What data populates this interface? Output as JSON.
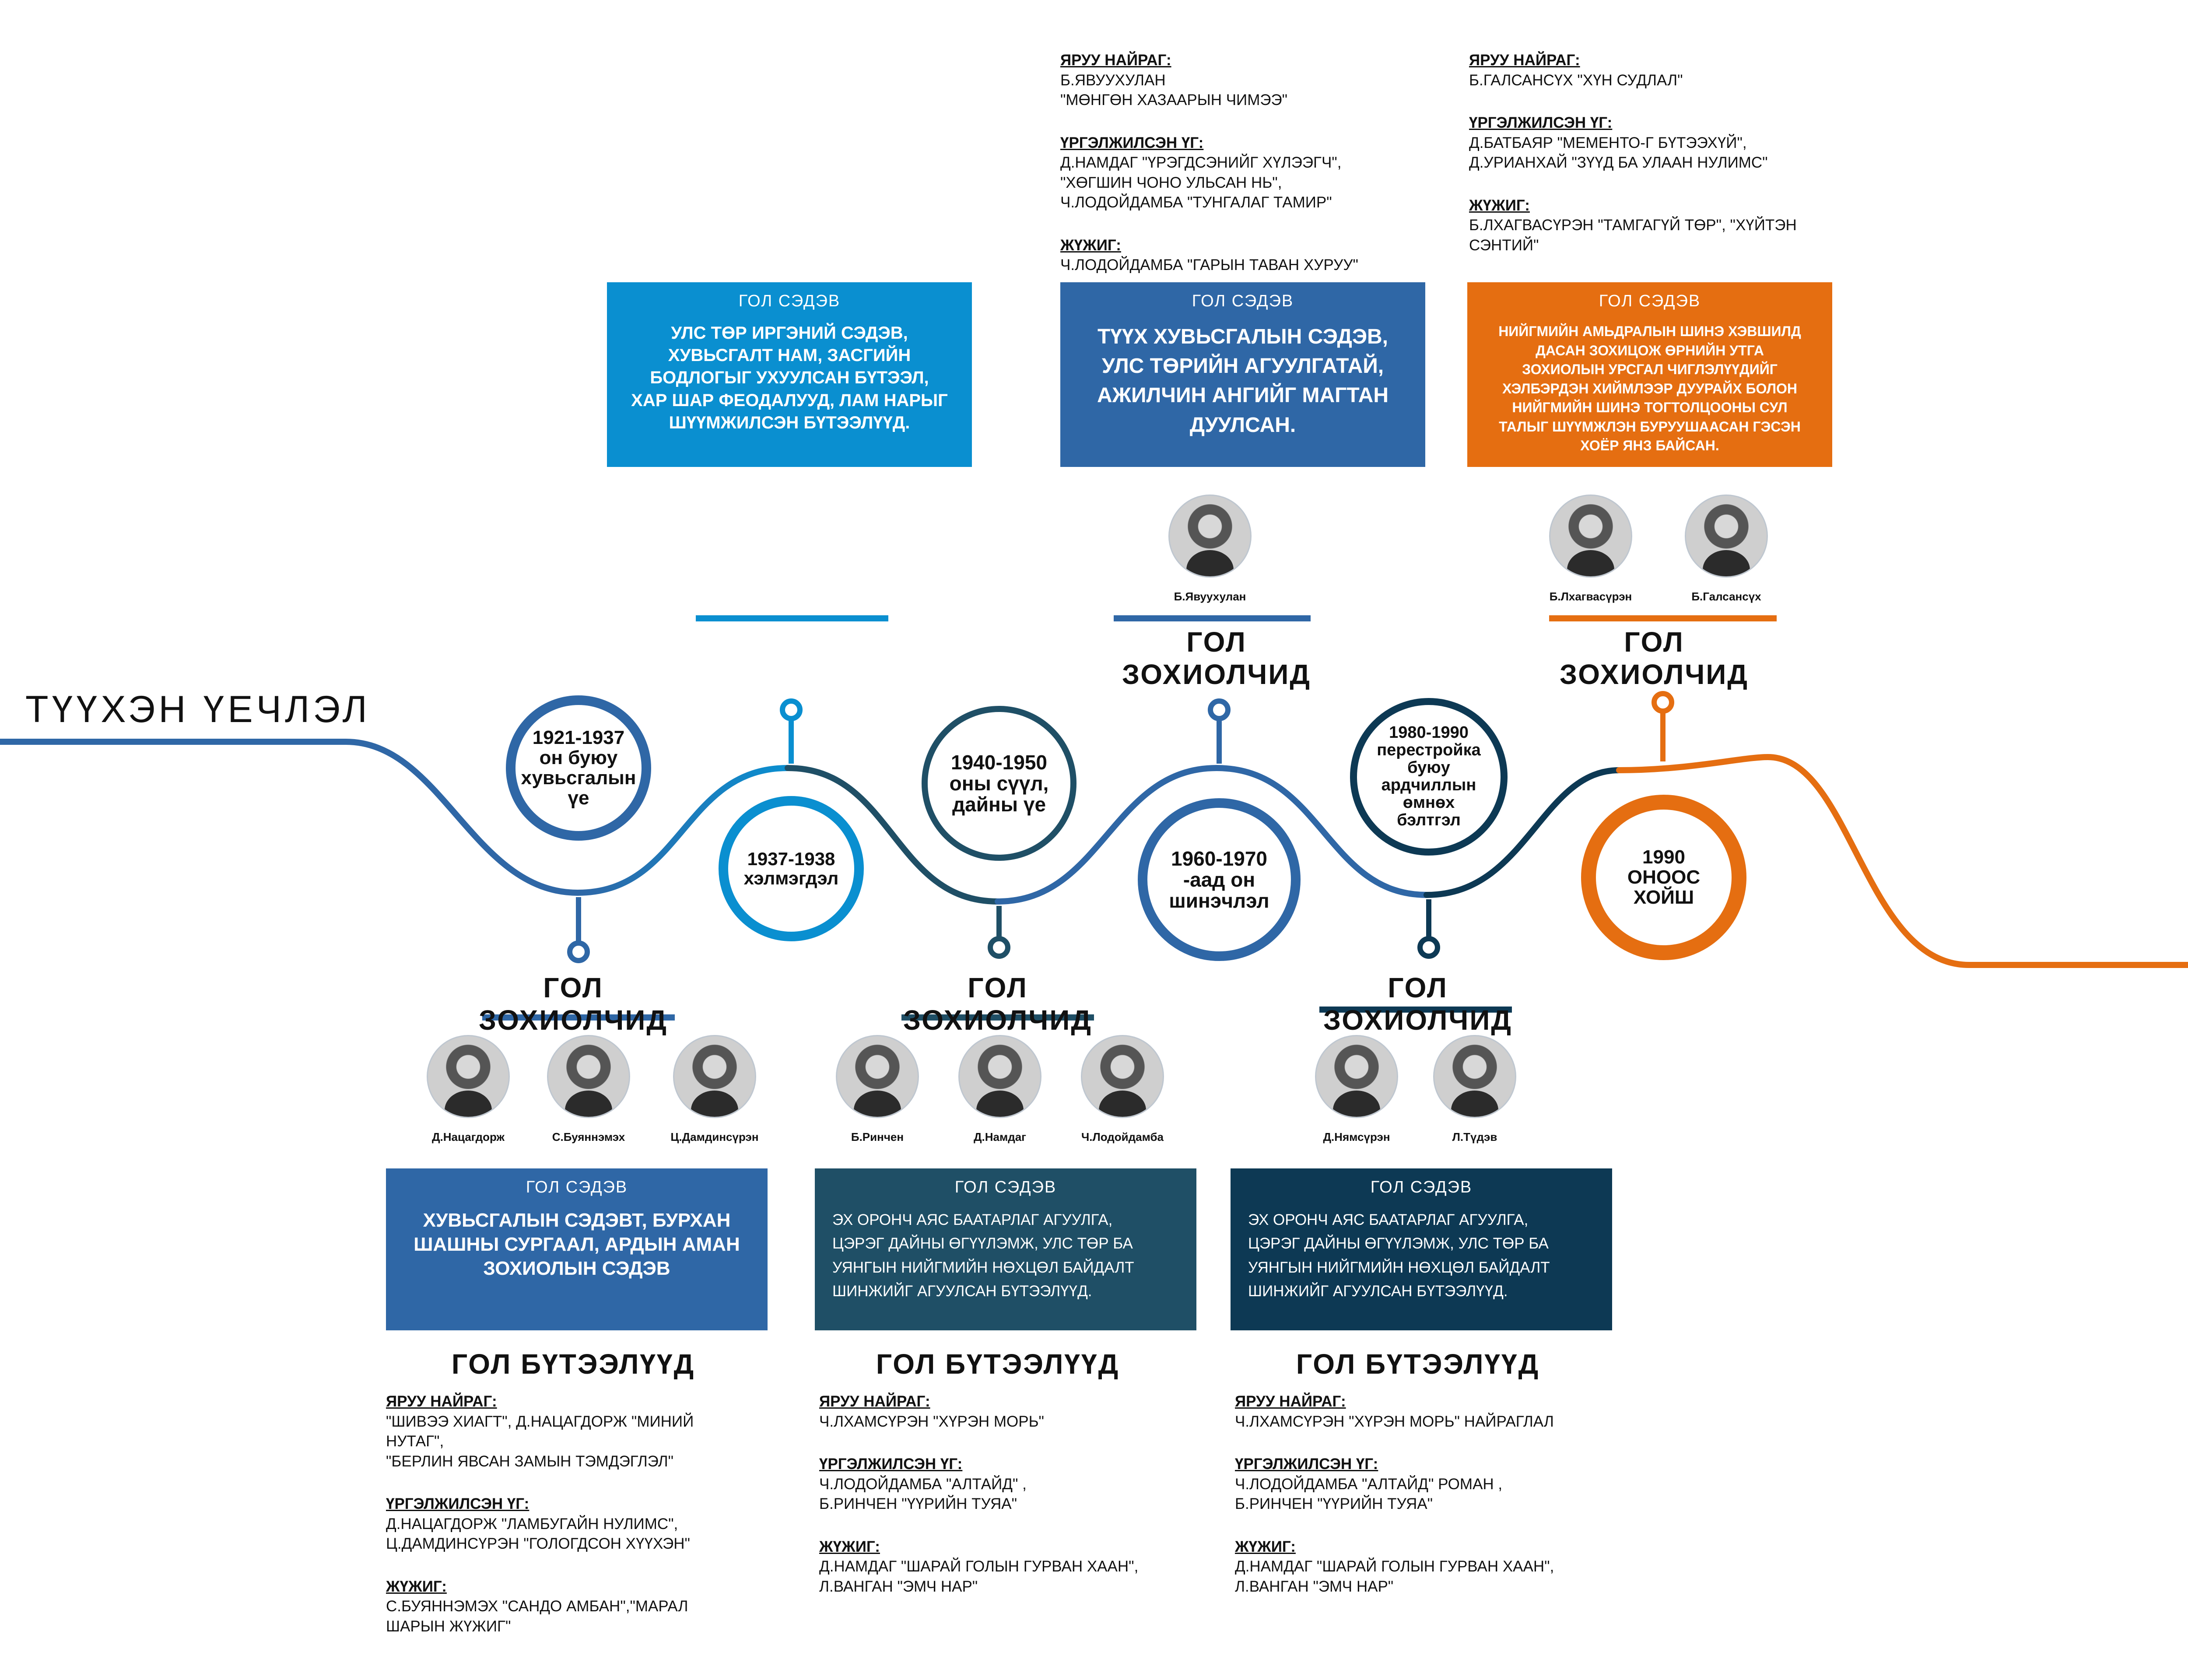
{
  "title": "ТҮҮХЭН ҮЕЧЛЭЛ",
  "colors": {
    "blue": "#2f67a6",
    "sky": "#0a8fd0",
    "teal": "#1f4f66",
    "navy": "#0d3954",
    "orange": "#e56e11"
  },
  "eras": [
    {
      "label": "1921-1937\nон буюу\nхувьсгалын\nүе"
    },
    {
      "label": "1937-1938\nхэлмэгдэл"
    },
    {
      "label": "1940-1950\nоны сүүл,\nдайны үе"
    },
    {
      "label": "1960-1970\n-аад он\nшинэчлэл"
    },
    {
      "label": "1980-1990\nперестройка\nбуюу\nардчиллын\nөмнөх\nбэлтгэл"
    },
    {
      "label": "1990\nОНООС\nХОЙШ"
    }
  ],
  "headings": {
    "writers": "ГОЛ ЗОХИОЛЧИД",
    "works": "ГОЛ БҮТЭЭЛҮҮД",
    "theme": "ГОЛ СЭДЭВ"
  },
  "themes": [
    {
      "text": "УЛС ТӨР ИРГЭНИЙ СЭДЭВ,\nХУВЬСГАЛТ НАМ, ЗАСГИЙН\nБОДЛОГЫГ УХУУЛСАН БҮТЭЭЛ,\nХАР ШАР ФЕОДАЛУУД, ЛАМ НАРЫГ\nШҮҮМЖИЛСЭН БҮТЭЭЛҮҮД."
    },
    {
      "text": "ТҮҮХ ХУВЬСГАЛЫН СЭДЭВ,\nУЛС ТӨРИЙН АГУУЛГАТАЙ,\nАЖИЛЧИН АНГИЙГ МАГТАН\nДУУЛСАН."
    },
    {
      "text": "НИЙГМИЙН АМЬДРАЛЫН ШИНЭ ХЭВШИЛД\nДАСАН ЗОХИЦОЖ ӨРНИЙН УТГА\nЗОХИОЛЫН УРСГАЛ ЧИГЛЭЛҮҮДИЙГ\nХЭЛБЭРДЭН ХИЙМЛЭЭР ДУУРАЙХ БОЛОН\nНИЙГМИЙН ШИНЭ ТОГТОЛЦООНЫ СУЛ\nТАЛЫГ ШҮҮМЖЛЭН БУРУУШААСАН ГЭСЭН\nХОЁР ЯНЗ БАЙСАН."
    },
    {
      "text": "ХУВЬСГАЛЫН СЭДЭВТ, БУРХАН\nШАШНЫ СУРГААЛ, АРДЫН АМАН\nЗОХИОЛЫН СЭДЭВ"
    },
    {
      "text": "ЭХ ОРОНЧ АЯС БААТАРЛАГ АГУУЛГА,\nЦЭРЭГ ДАЙНЫ ӨГҮҮЛЭМЖ, УЛС ТӨР БА\nУЯНГЫН НИЙГМИЙН НӨХЦӨЛ БАЙДАЛТ\nШИНЖИЙГ АГУУЛСАН БҮТЭЭЛҮҮД."
    },
    {
      "text": "ЭХ ОРОНЧ АЯС БААТАРЛАГ АГУУЛГА,\nЦЭРЭГ ДАЙНЫ ӨГҮҮЛЭМЖ, УЛС ТӨР БА\nУЯНГЫН НИЙГМИЙН НӨХЦӨЛ БАЙДАЛТ\nШИНЖИЙГ АГУУЛСАН БҮТЭЭЛҮҮД."
    }
  ],
  "writers": [
    [
      "Д.Нацагдорж",
      "С.Буяннэмэх",
      "Ц.Дамдинсүрэн"
    ],
    [
      "Б.Ринчен",
      "Д.Намдаг",
      "Ч.Лодойдамба"
    ],
    [
      "Д.Нямсүрэн",
      "Л.Түдэв"
    ],
    [
      "Б.Явуухулан"
    ],
    [
      "Б.Лхагвасүрэн",
      "Б.Галсансүх"
    ]
  ],
  "works": [
    [
      {
        "cat": "ЯРУУ НАЙРАГ:",
        "items": "\"ШИВЭЭ ХИАГТ\", Д.НАЦАГДОРЖ \"МИНИЙ\nНУТАГ\",\n\"БЕРЛИН ЯВСАН ЗАМЫН ТЭМДЭГЛЭЛ\""
      },
      {
        "cat": "ҮРГЭЛЖИЛСЭН ҮГ:",
        "items": "Д.НАЦАГДОРЖ \"ЛАМБУГАЙН НУЛИМС\",\nЦ.ДАМДИНСҮРЭН \"ГОЛОГДСОН ХҮҮХЭН\""
      },
      {
        "cat": "ЖҮЖИГ:",
        "items": "С.БУЯННЭМЭХ \"САНДО АМБАН\",\"МАРАЛ\nШАРЫН ЖҮЖИГ\""
      }
    ],
    [
      {
        "cat": "ЯРУУ НАЙРАГ:",
        "items": "Ч.ЛХАМСҮРЭН \"ХҮРЭН МОРЬ\""
      },
      {
        "cat": "ҮРГЭЛЖИЛСЭН ҮГ:",
        "items": "Ч.ЛОДОЙДАМБА \"АЛТАЙД\" ,\nБ.РИНЧЕН \"ҮҮРИЙН ТУЯА\""
      },
      {
        "cat": "ЖҮЖИГ:",
        "items": "Д.НАМДАГ \"ШАРАЙ ГОЛЫН ГУРВАН ХААН\",\nЛ.ВАНГАН \"ЭМЧ НАР\""
      }
    ],
    [
      {
        "cat": "ЯРУУ НАЙРАГ:",
        "items": "Ч.ЛХАМСҮРЭН \"ХҮРЭН МОРЬ\" НАЙРАГЛАЛ"
      },
      {
        "cat": "ҮРГЭЛЖИЛСЭН ҮГ:",
        "items": "Ч.ЛОДОЙДАМБА \"АЛТАЙД\" РОМАН ,\nБ.РИНЧЕН \"ҮҮРИЙН ТУЯА\""
      },
      {
        "cat": "ЖҮЖИГ:",
        "items": "Д.НАМДАГ \"ШАРАЙ ГОЛЫН ГУРВАН ХААН\",\nЛ.ВАНГАН \"ЭМЧ НАР\""
      }
    ],
    [
      {
        "cat": "ЯРУУ НАЙРАГ:",
        "items": "Б.ЯВУУХУЛАН\n\"МӨНГӨН ХАЗААРЫН ЧИМЭЭ\""
      },
      {
        "cat": "ҮРГЭЛЖИЛСЭН ҮГ:",
        "items": "Д.НАМДАГ \"ҮРЭГДСЭНИЙГ ХҮЛЭЭГЧ\",\n\"ХӨГШИН ЧОНО УЛЬСАН НЬ\",\nЧ.ЛОДОЙДАМБА \"ТУНГАЛАГ ТАМИР\""
      },
      {
        "cat": "ЖҮЖИГ:",
        "items": "Ч.ЛОДОЙДАМБА \"ГАРЫН ТАВАН ХУРУУ\""
      }
    ],
    [
      {
        "cat": "ЯРУУ НАЙРАГ:",
        "items": "Б.ГАЛСАНСҮХ \"ХҮН СУДЛАЛ\""
      },
      {
        "cat": "ҮРГЭЛЖИЛСЭН ҮГ:",
        "items": "Д.БАТБАЯР \"МЕМЕНТО-Г БҮТЭЭХҮЙ\",\nД.УРИАНХАЙ \"ЗҮҮД БА УЛААН НУЛИМС\""
      },
      {
        "cat": "ЖҮЖИГ:",
        "items": "Б.ЛХАГВАСҮРЭН \"ТАМГАГҮЙ ТӨР\", \"ХҮЙТЭН\nСЭНТИЙ\""
      }
    ]
  ]
}
